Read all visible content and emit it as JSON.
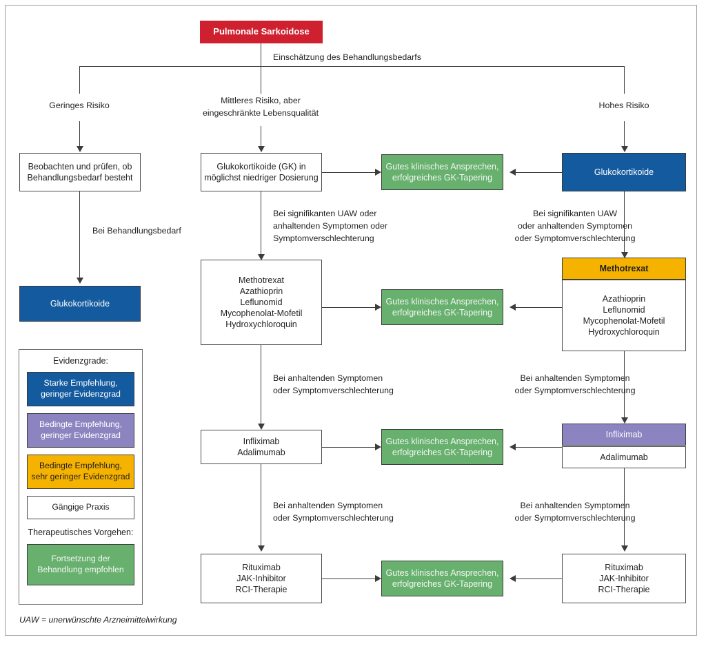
{
  "title_box": {
    "label": "Pulmonale Sarkoidose"
  },
  "top_edge_label": "Einschätzung des Behandlungsbedarfs",
  "branches": {
    "low": "Geringes Risiko",
    "mid": "Mittleres Risiko, aber\neingeschränkte Lebensqualität",
    "high": "Hohes Risiko"
  },
  "left_column": {
    "observe_box": "Beobachten und prüfen, ob\nBehandlungsbedarf besteht",
    "need_label": "Bei Behandlungsbedarf",
    "gk_box": "Glukokortikoide"
  },
  "middle_column": {
    "gk_box": "Glukokortikoide (GK) in\nmöglichst niedriger Dosierung",
    "edge_1": "Bei signifikanten UAW oder\nanhaltenden Symptomen oder\nSymptomverschlechterung",
    "drugs_box": "Methotrexat\nAzathioprin\nLeflunomid\nMycophenolat-Mofetil\nHydroxychloroquin",
    "edge_2": "Bei anhaltenden Symptomen\noder Symptomverschlechterung",
    "biologics_box": "Infliximab\nAdalimumab",
    "edge_3": "Bei anhaltenden Symptomen\noder Symptomverschlechterung",
    "last_box": "Rituximab\nJAK-Inhibitor\nRCI-Therapie"
  },
  "right_column": {
    "gk_box": "Glukokortikoide",
    "edge_1": "Bei signifikanten UAW\noder anhaltenden Symptomen\noder Symptomverschlechterung",
    "methotrexat_box": "Methotrexat",
    "drugs_box": "Azathioprin\nLeflunomid\nMycophenolat-Mofetil\nHydroxychloroquin",
    "edge_2": "Bei anhaltenden Symptomen\noder Symptomverschlechterung",
    "infliximab_box": "Infliximab",
    "adalimumab_box": "Adalimumab",
    "edge_3": "Bei anhaltenden Symptomen\noder Symptomverschlechterung",
    "last_box": "Rituximab\nJAK-Inhibitor\nRCI-Therapie"
  },
  "outcome_boxes": {
    "row1": "Gutes klinisches Ansprechen,\nerfolgreiches GK-Tapering",
    "row2": "Gutes klinisches Ansprechen,\nerfolgreiches GK-Tapering",
    "row3": "Gutes klinisches Ansprechen,\nerfolgreiches GK-Tapering",
    "row4": "Gutes klinisches Ansprechen,\nerfolgreiches GK-Tapering"
  },
  "legend": {
    "evidence_title": "Evidenzgrade:",
    "items": [
      {
        "label": "Starke Empfehlung,\ngeringer Evidenzgrad",
        "style": "blue"
      },
      {
        "label": "Bedingte Empfehlung,\ngeringer Evidenzgrad",
        "style": "purple"
      },
      {
        "label": "Bedingte Empfehlung,\nsehr geringer Evidenzgrad",
        "style": "orange"
      },
      {
        "label": "Gängige Praxis",
        "style": "white"
      }
    ],
    "approach_title": "Therapeutisches Vorgehen:",
    "approach_item": {
      "label": "Fortsetzung der\nBehandlung empfohlen",
      "style": "green"
    }
  },
  "footnote": "UAW = unerwünschte Arzneimittelwirkung",
  "colors": {
    "red": "#cf2030",
    "blue": "#135a9e",
    "green": "#68b06e",
    "orange": "#f5b300",
    "purple": "#8c84c0",
    "line": "#3c3c3c",
    "border": "#4a4a4a"
  }
}
